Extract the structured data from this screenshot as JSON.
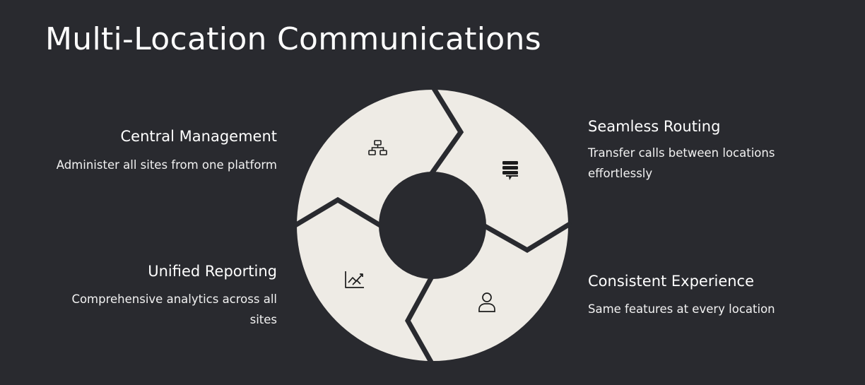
{
  "title": "Multi-Location Communications",
  "colors": {
    "background": "#292a2f",
    "segment_fill": "#eeebe5",
    "text": "#ffffff",
    "icon": "#1c1c1c"
  },
  "segments": [
    {
      "heading": "Central Management",
      "description": "Administer all sites from one platform",
      "icon": "sitemap-icon"
    },
    {
      "heading": "Seamless Routing",
      "description": "Transfer calls between locations effortlessly",
      "icon": "message-stack-icon"
    },
    {
      "heading": "Consistent Experience",
      "description": "Same features at every location",
      "icon": "user-icon"
    },
    {
      "heading": "Unified Reporting",
      "description": "Comprehensive analytics across all sites",
      "icon": "analytics-chart-icon"
    }
  ]
}
